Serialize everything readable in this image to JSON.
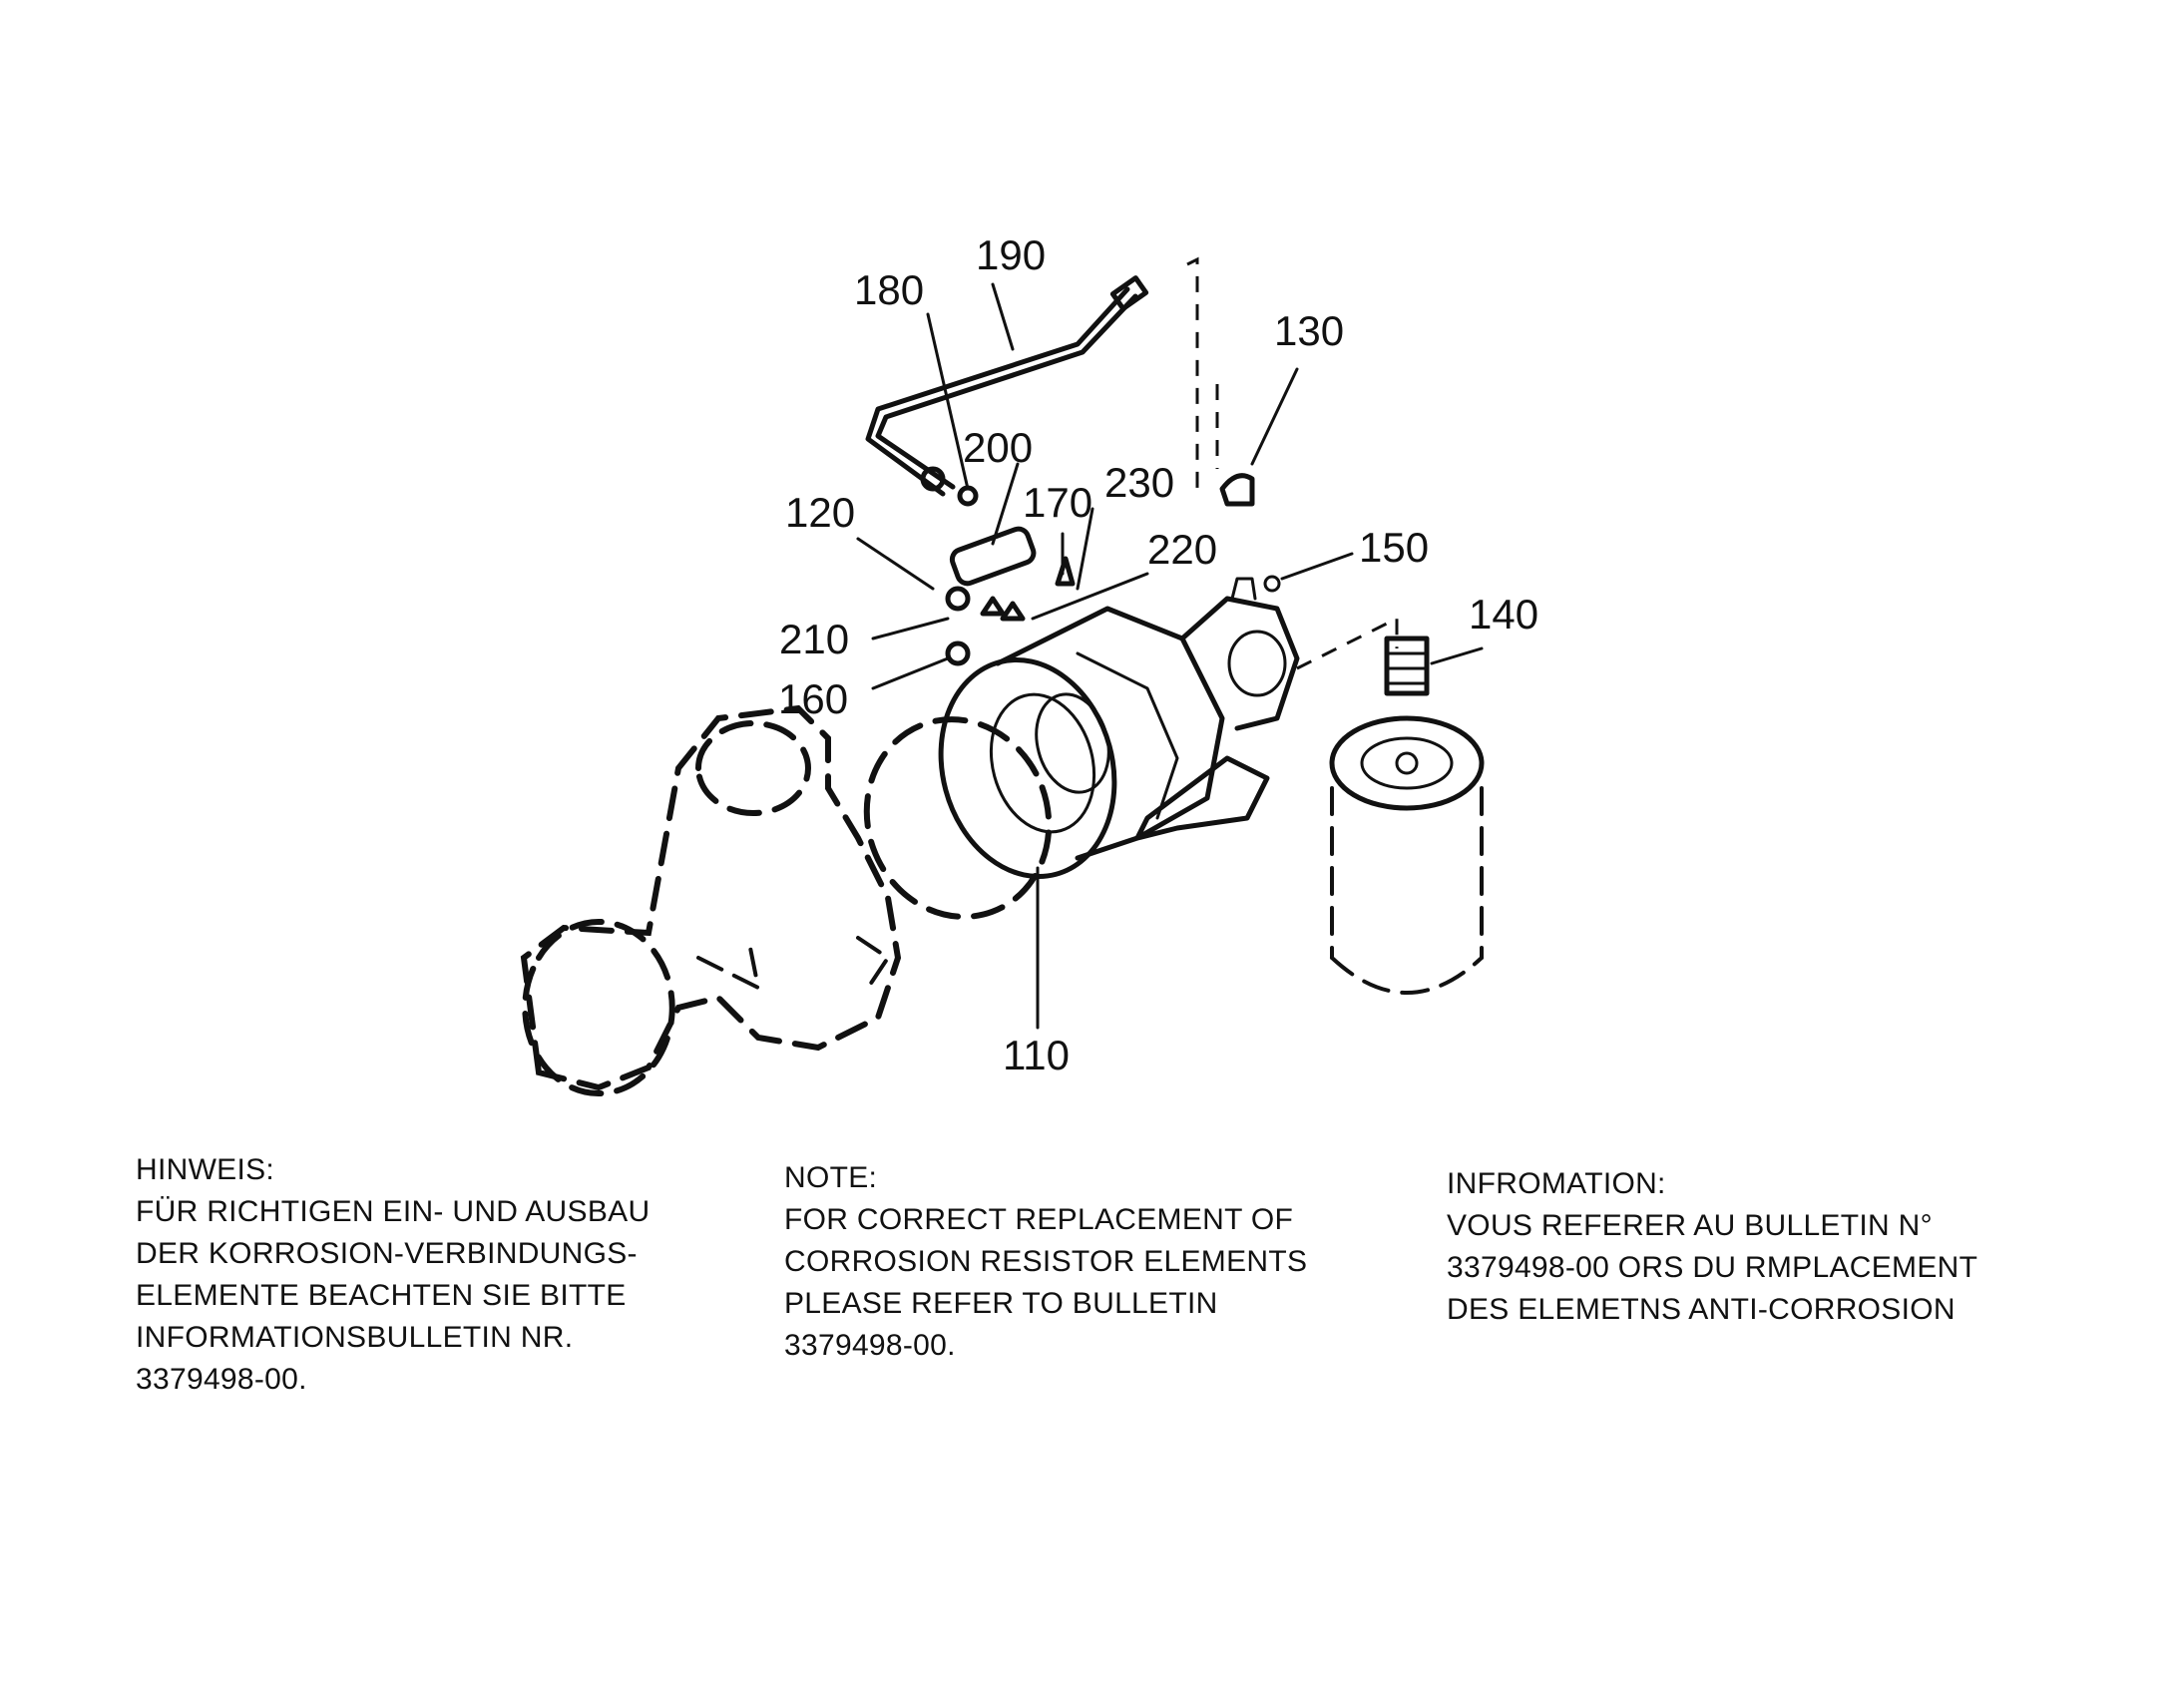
{
  "callouts": [
    "190",
    "180",
    "130",
    "200",
    "170",
    "230",
    "120",
    "220",
    "150",
    "140",
    "210",
    "160",
    "110"
  ],
  "notes": {
    "german": {
      "heading": "HINWEIS:",
      "lines": [
        "FÜR RICHTIGEN EIN- UND AUSBAU",
        "DER KORROSION-VERBINDUNGS-",
        "ELEMENTE BEACHTEN SIE BITTE",
        "INFORMATIONSBULLETIN NR.",
        "3379498-00."
      ]
    },
    "english": {
      "heading": "NOTE:",
      "lines": [
        "FOR CORRECT REPLACEMENT OF",
        "CORROSION RESISTOR ELEMENTS",
        "PLEASE REFER TO BULLETIN",
        "3379498-00."
      ]
    },
    "french": {
      "heading": "INFROMATION:",
      "lines": [
        "VOUS REFERER AU BULLETIN N°",
        "3379498-00 ORS DU RMPLACEMENT",
        "DES ELEMETNS ANTI-CORROSION"
      ]
    }
  }
}
